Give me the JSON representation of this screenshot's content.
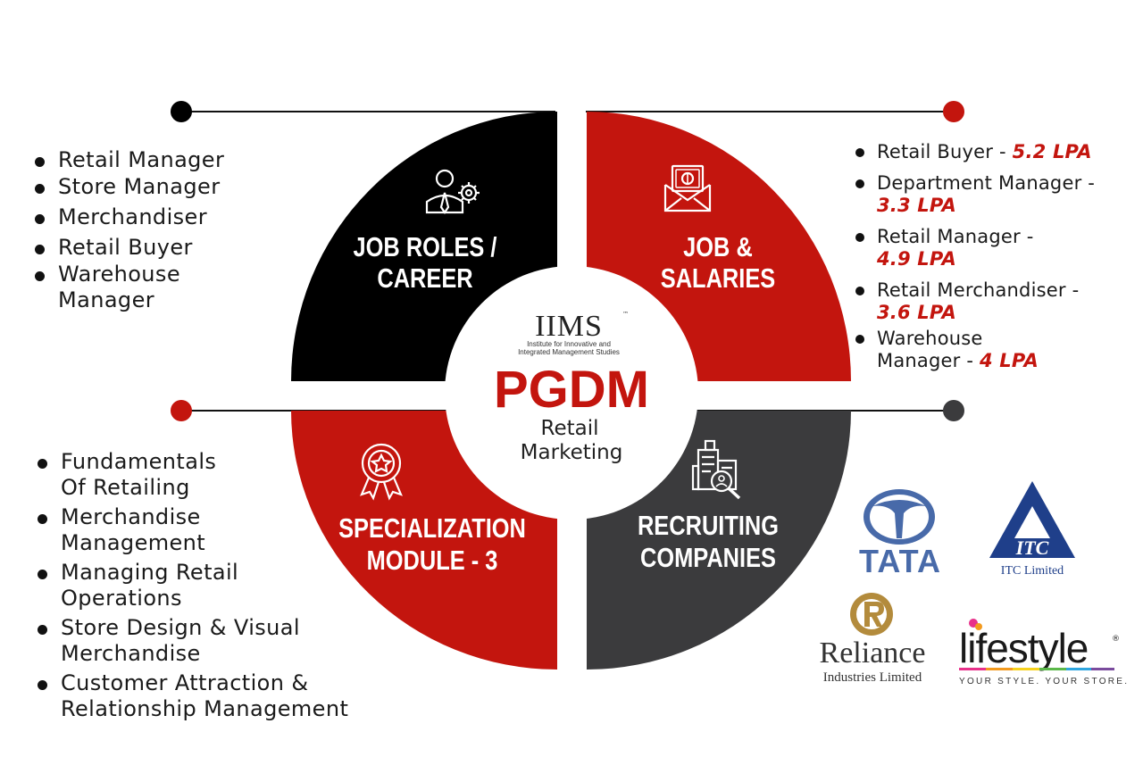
{
  "center": {
    "brand": "IIMS",
    "brand_mark": "™",
    "brand_sub_1": "Institute for Innovative and",
    "brand_sub_2": "Integrated Management Studies",
    "program": "PGDM",
    "spec_line_1": "Retail",
    "spec_line_2": "Marketing"
  },
  "quadrants": {
    "job_roles": {
      "line1": "JOB ROLES /",
      "line2": "CAREER",
      "icon": "businessman-gear-icon"
    },
    "job_salaries": {
      "line1": "JOB &",
      "line2": "SALARIES",
      "icon": "money-envelope-icon"
    },
    "specialization": {
      "line1": "SPECIALIZATION",
      "line2": "MODULE - 3",
      "icon": "award-badge-icon"
    },
    "recruiting": {
      "line1": "RECRUITING",
      "line2": "COMPANIES",
      "icon": "building-search-icon"
    }
  },
  "colors": {
    "black": "#000000",
    "red": "#c3150e",
    "gray": "#3b3b3d",
    "accent_red": "#c3150e"
  },
  "job_roles_list": [
    "Retail Manager",
    "Store Manager",
    "Merchandiser",
    "Retail Buyer",
    "Warehouse Manager"
  ],
  "salaries_list": [
    {
      "role": "Retail Buyer - ",
      "amount": "5.2 LPA"
    },
    {
      "role": "Department Manager - ",
      "amount": "3.3 LPA"
    },
    {
      "role": "Retail Manager - ",
      "amount": "4.9 LPA"
    },
    {
      "role": "Retail Merchandiser - ",
      "amount": "3.6 LPA"
    },
    {
      "role": "Warehouse Manager - ",
      "amount": "4 LPA"
    }
  ],
  "specialization_list": [
    "Fundamentals Of Retailing",
    "Merchandise Management",
    "Managing Retail Operations",
    "Store Design & Visual Merchandise",
    "Customer Attraction & Relationship Management"
  ],
  "logos": {
    "tata": {
      "text": "TATA",
      "color": "#486aa9"
    },
    "itc": {
      "text": "ITC",
      "caption": "ITC Limited",
      "color": "#1f3f8a"
    },
    "reliance": {
      "text": "Reliance",
      "caption": "Industries Limited",
      "color": "#b38b3c"
    },
    "lifestyle": {
      "text": "lifestyle",
      "mark": "®",
      "tagline": "YOUR STYLE. YOUR STORE."
    }
  }
}
